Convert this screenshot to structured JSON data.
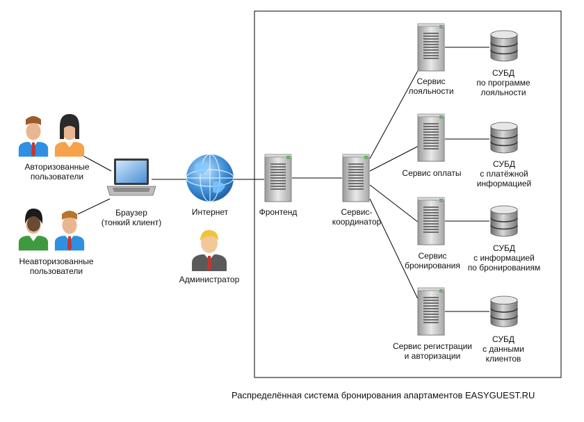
{
  "users": {
    "authorized": "Авторизованные\nпользователи",
    "unauthorized": "Неавторизованные\nпользователи"
  },
  "browser": "Браузер\n(тонкий клиент)",
  "internet": "Интернет",
  "admin": "Администратор",
  "frontend": "Фронтенд",
  "coordinator": "Сервис-\nкоординатор",
  "services": {
    "loyalty": "Сервис\nлояльности",
    "payment": "Сервис оплаты",
    "booking": "Сервис\nбронирования",
    "registration": "Сервис регистрации\nи авторизации"
  },
  "databases": {
    "loyalty": "СУБД\nпо программе\nлояльности",
    "payment": "СУБД\nс платёжной\nинформацией",
    "booking": "СУБД\nс информацией\nпо бронированиям",
    "clients": "СУБД\nс данными\nклиентов"
  },
  "caption": "Распределённая система бронирования апартаментов EASYGUEST.RU"
}
